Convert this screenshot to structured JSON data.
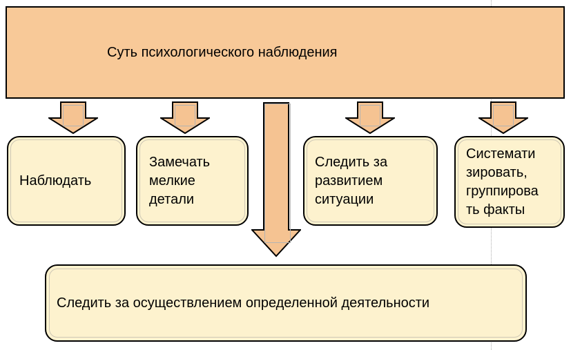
{
  "diagram": {
    "header": {
      "label": "Суть психологического наблюдения"
    },
    "branch_cards": [
      {
        "label": "Наблюдать"
      },
      {
        "label": "Замечать\nмелкие\nдетали"
      },
      {
        "label": "Следить за\nразвитием\nситуации"
      },
      {
        "label": "Системати\nзировать,\nгруппирова\nть факты"
      }
    ],
    "result_card": {
      "label": "Следить за осуществлением определенной деятельности"
    },
    "colors": {
      "header_fill": "#F8C998",
      "arrow_fill": "#F5C392",
      "card_fill": "#FDF2CE",
      "outline": "#000000",
      "inner_line": "#CDC7B5",
      "artifact_line": "#B3B3B3",
      "guide_line": "#ADADAD",
      "text": "#000000"
    }
  }
}
